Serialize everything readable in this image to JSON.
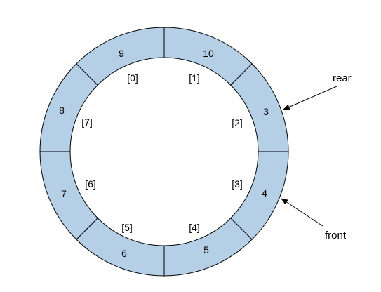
{
  "colors": {
    "segment_fill": "#b5cfe6",
    "stroke": "#000000",
    "background": "#ffffff"
  },
  "queue": {
    "slots": [
      {
        "index": "[0]",
        "value": "9"
      },
      {
        "index": "[1]",
        "value": "10"
      },
      {
        "index": "[2]",
        "value": "3"
      },
      {
        "index": "[3]",
        "value": "4"
      },
      {
        "index": "[4]",
        "value": "5"
      },
      {
        "index": "[5]",
        "value": "6"
      },
      {
        "index": "[6]",
        "value": "7"
      },
      {
        "index": "[7]",
        "value": "8"
      }
    ]
  },
  "pointers": {
    "rear": {
      "label": "rear",
      "slot": 2
    },
    "front": {
      "label": "front",
      "slot": 3
    }
  }
}
